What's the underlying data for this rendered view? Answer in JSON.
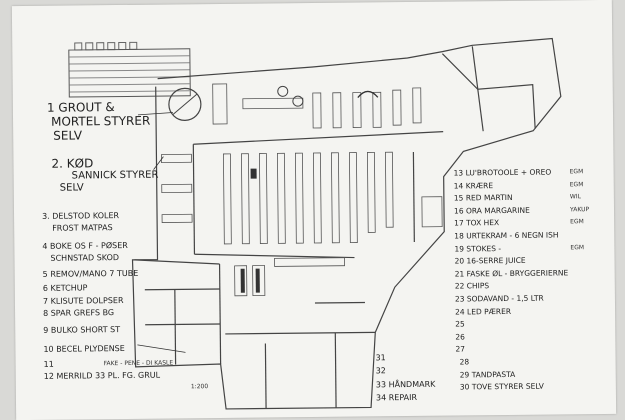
{
  "left_notes": {
    "n1_line1": "1 GROUT &",
    "n1_line2": "MORTEL STYRER",
    "n1_line3": "SELV",
    "n2_line1": "2. KØD",
    "n2_line2": "SANNICK STYRER",
    "n2_line3": "SELV",
    "items": [
      "3. DELSTOD KOLER",
      "FROST MATPAS",
      "4 BOKE OS F - PØSER",
      "SCHNSTAD SKOD",
      "5 REMOV/MANO 7 TUBE",
      "6 KETCHUP",
      "7 KLISUTE DOLPSER",
      "8 SPAR GREFS BG",
      "9 BULKO SHORT ST",
      "10 BECEL PLYDENSE",
      "11",
      "12 MERRILD 33 PL. FG. GRUL"
    ],
    "extra_item_11": "FAKE - PENE - DI KASLE"
  },
  "right_notes": {
    "items": [
      {
        "text": "13 LU'BROTOOLE + OREO",
        "tag": "EGM"
      },
      {
        "text": "14 KRÆRE",
        "tag": "EGM"
      },
      {
        "text": "15 RED MARTIN",
        "tag": "WIL"
      },
      {
        "text": "16 ORA MARGARINE",
        "tag": "YAKUP"
      },
      {
        "text": "17 TOX HEX",
        "tag": "EGM"
      },
      {
        "text": "18 URTEKRAM - 6 NEGN ISH",
        "tag": ""
      },
      {
        "text": "19 STOKES -",
        "tag": "EGM"
      },
      {
        "text": "20 16-SERRE JUICE",
        "tag": ""
      },
      {
        "text": "21 FASKE ØL - BRYGGERIERNE",
        "tag": ""
      },
      {
        "text": "22 CHIPS",
        "tag": ""
      },
      {
        "text": "23 SODAVAND - 1,5 LTR",
        "tag": ""
      },
      {
        "text": "24 LED PÆRER",
        "tag": ""
      },
      {
        "text": "25",
        "tag": ""
      },
      {
        "text": "26",
        "tag": ""
      },
      {
        "text": "27",
        "tag": ""
      },
      {
        "text": "28",
        "tag": ""
      },
      {
        "text": "29 TANDPASTA",
        "tag": ""
      },
      {
        "text": "30 TOVE STYRER SELV",
        "tag": ""
      }
    ],
    "bottom": [
      "31",
      "32",
      "33 HÅNDMARK",
      "34 REPAIR"
    ]
  },
  "scale_note": "1:200"
}
